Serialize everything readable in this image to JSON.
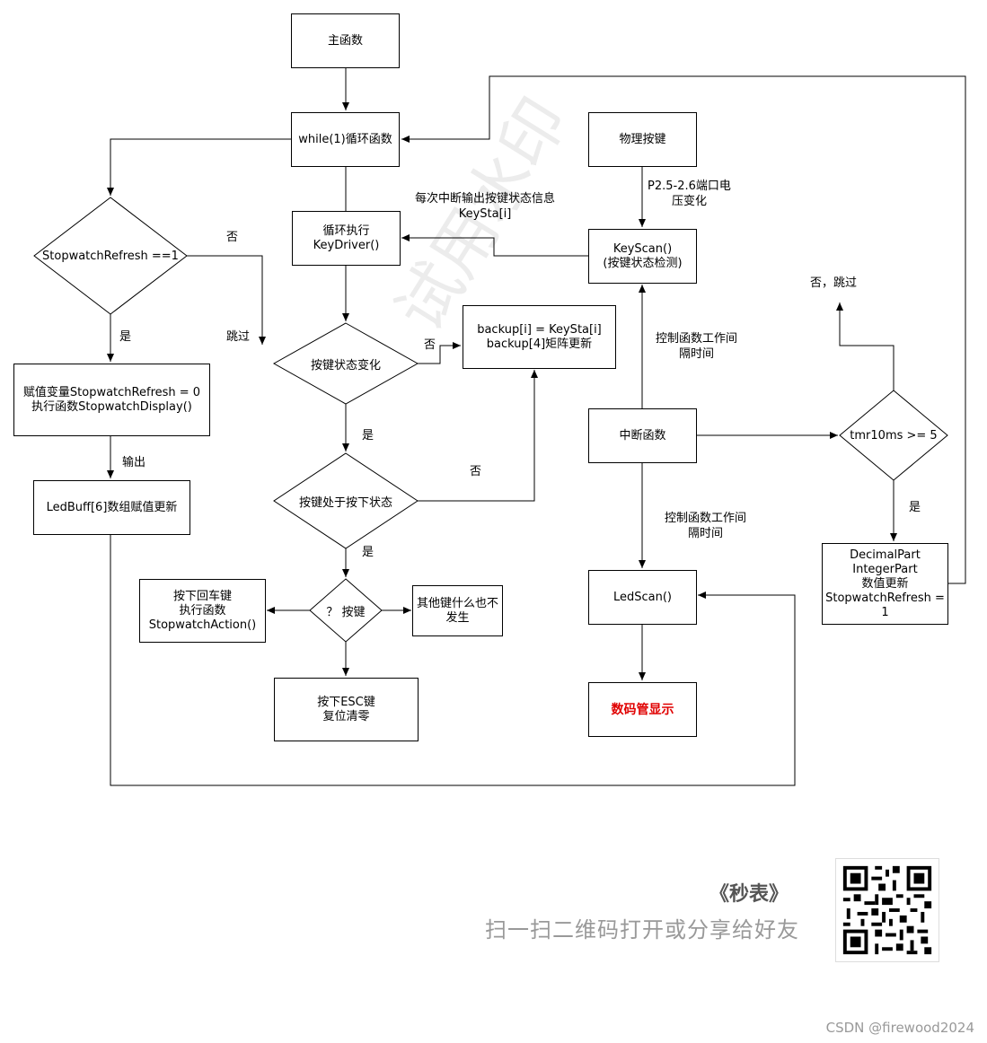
{
  "nodes": {
    "main": "主函数",
    "while_loop": "while(1)循环函数",
    "key_driver": "循环执行\nKeyDriver()",
    "physical_key": "物理按键",
    "key_scan": "KeyScan()\n(按键状态检测)",
    "backup": "backup[i] = KeySta[i]\nbackup[4]矩阵更新",
    "assign": "赋值变量StopwatchRefresh = 0\n执行函数StopwatchDisplay()",
    "led_buff": "LedBuff[6]数组赋值更新",
    "interrupt": "中断函数",
    "led_scan": "LedScan()",
    "digit_display": "数码管显示",
    "enter_key": "按下回车键\n执行函数\nStopwatchAction()",
    "other_key": "其他键什么也不\n发生",
    "esc_key": "按下ESC键\n复位清零",
    "decimal_update": "DecimalPart\nIntegerPart\n数值更新\nStopwatchRefresh =\n1"
  },
  "decisions": {
    "stopwatch_refresh": "StopwatchRefresh ==1",
    "key_state_change": "按键状态变化",
    "key_pressed": "按键处于按下状态",
    "which_key": "？ 按键",
    "tmr10ms": "tmr10ms >= 5"
  },
  "labels": {
    "no_1": "否",
    "skip": "跳过",
    "yes_1": "是",
    "output": "输出",
    "no_2": "否",
    "yes_2": "是",
    "no_3": "否",
    "yes_3": "是",
    "interrupt_msg": "每次中断输出按键状态信息\nKeySta[i]",
    "voltage": "P2.5-2.6端口电\n压变化",
    "interval_1": "控制函数工作间\n隔时间",
    "interval_2": "控制函数工作间\n隔时间",
    "no_skip": "否，跳过",
    "yes_4": "是"
  },
  "watermark": "试用水印",
  "share": {
    "title": "《秒表》",
    "subtitle": "扫一扫二维码打开或分享给好友"
  },
  "footer": "CSDN @firewood2024",
  "colors": {
    "line": "#000000",
    "highlight": "#e00000"
  }
}
